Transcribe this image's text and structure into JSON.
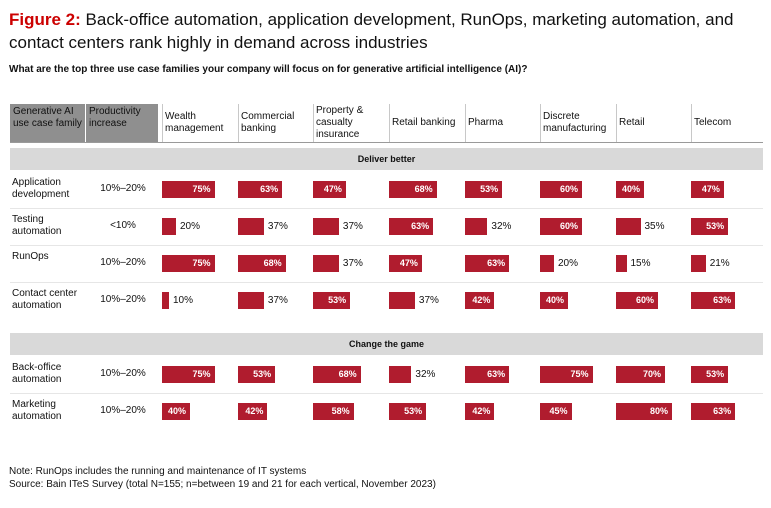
{
  "title": {
    "figure_label": "Figure 2:",
    "text": "Back-office automation, application development, RunOps, marketing automation, and contact centers rank highly in demand across industries"
  },
  "question": "What are the top three use case families your company will focus on for generative artificial intelligence (AI)?",
  "header": {
    "family_label": "Generative AI use case family",
    "productivity_label": "Productivity increase"
  },
  "colors": {
    "bar": "#b01c2e",
    "header_shade": "#8f8f8f",
    "band": "#d9d9d9",
    "figure_label": "#cc0000"
  },
  "chart_data": {
    "type": "bar",
    "title": "What are the top three use case families your company will focus on for generative artificial intelligence (AI)?",
    "unit": "%",
    "value_range": [
      0,
      100
    ],
    "categories": [
      "Wealth management",
      "Commercial banking",
      "Property & casualty insurance",
      "Retail banking",
      "Pharma",
      "Discrete manufacturing",
      "Retail",
      "Telecom"
    ],
    "groups": [
      {
        "name": "Deliver better",
        "rows": [
          {
            "family": "Application development",
            "productivity": "10%–20%",
            "values": [
              75,
              63,
              47,
              68,
              53,
              60,
              40,
              47
            ]
          },
          {
            "family": "Testing automation",
            "productivity": "<10%",
            "values": [
              20,
              37,
              37,
              63,
              32,
              60,
              35,
              53
            ]
          },
          {
            "family": "RunOps",
            "productivity": "10%–20%",
            "values": [
              75,
              68,
              37,
              47,
              63,
              20,
              15,
              21
            ]
          },
          {
            "family": "Contact center automation",
            "productivity": "10%–20%",
            "values": [
              10,
              37,
              53,
              37,
              42,
              40,
              60,
              63
            ]
          }
        ]
      },
      {
        "name": "Change the game",
        "rows": [
          {
            "family": "Back-office automation",
            "productivity": "10%–20%",
            "values": [
              75,
              53,
              68,
              32,
              63,
              75,
              70,
              53
            ]
          },
          {
            "family": "Marketing automation",
            "productivity": "10%–20%",
            "values": [
              40,
              42,
              58,
              53,
              42,
              45,
              80,
              63
            ]
          }
        ]
      }
    ]
  },
  "notes": {
    "note": "Note: RunOps includes the running and maintenance of IT systems",
    "source": "Source: Bain ITeS Survey (total N=155; n=between 19 and 21 for each vertical, November 2023)"
  }
}
